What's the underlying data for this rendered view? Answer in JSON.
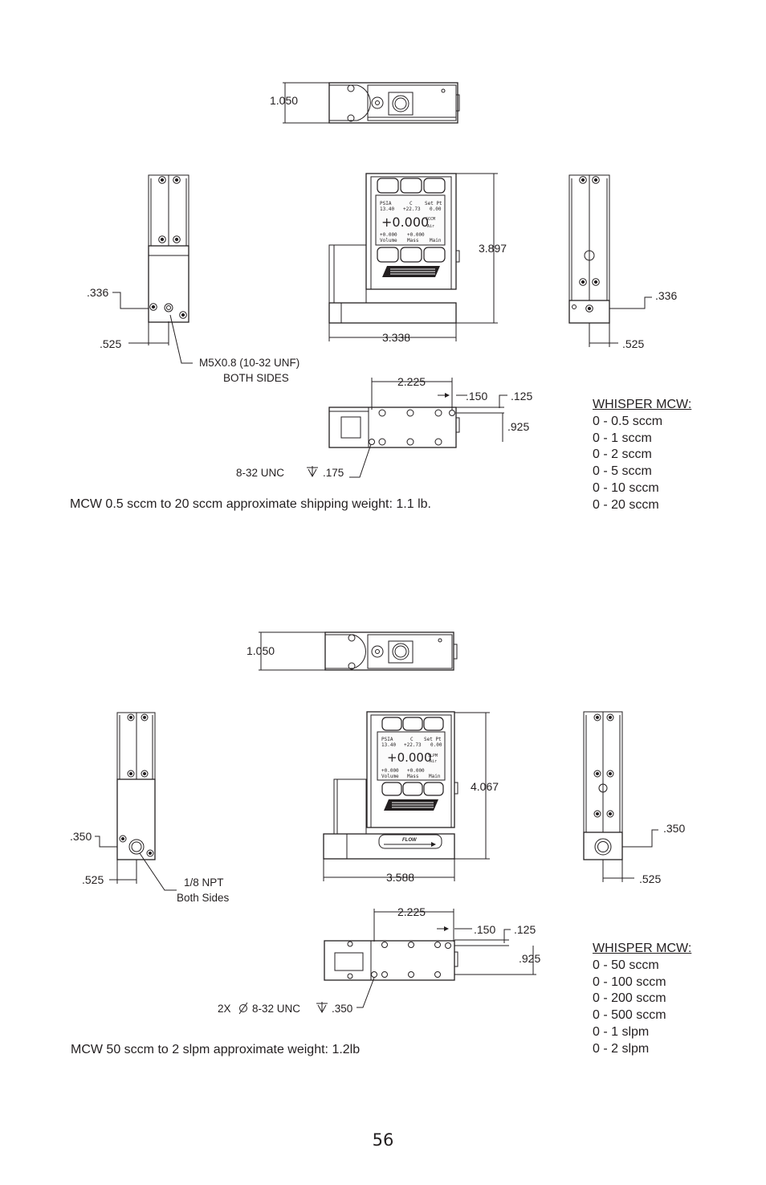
{
  "top": {
    "dims": {
      "height": "1.050",
      "body_height": "3.897",
      "length": "3.338",
      "side_left_y": ".336",
      "side_left_x": ".525",
      "side_right_y": ".336",
      "side_right_x": ".525",
      "bottom_span": "2.225",
      "bottom_offset": ".150",
      "bottom_edge": ".125",
      "bottom_depth": ".925"
    },
    "port_note_line1": "M5X0.8 (10-32 UNF)",
    "port_note_line2": "BOTH SIDES",
    "hole_note_a": "8-32 UNC",
    "hole_note_b": ".175",
    "caption": "MCW 0.5 sccm to 20 sccm approximate shipping weight: 1.1 lb.",
    "models_header": "WHISPER MCW:",
    "models": [
      "0 - 0.5 sccm",
      "0 - 1 sccm",
      "0 - 2 sccm",
      "0 - 5 sccm",
      "0 - 10 sccm",
      "0 - 20 sccm"
    ],
    "lcd": {
      "l1a": "PSIA",
      "l1b": "C",
      "l1c": "Set Pt",
      "l2a": "13.40",
      "l2b": "+22.73",
      "l2c": "0.00",
      "main": "+0.000",
      "unit": "SCCM",
      "gas": "Air",
      "l4a": "+0.000",
      "l4b": "+0.000",
      "l5a": "Volume",
      "l5b": "Mass",
      "l5c": "Main"
    }
  },
  "bottom": {
    "dims": {
      "height": "1.050",
      "body_height": "4.067",
      "length": "3.588",
      "side_left_y": ".350",
      "side_left_x": ".525",
      "side_right_y": ".350",
      "side_right_x": ".525",
      "bottom_span": "2.225",
      "bottom_offset": ".150",
      "bottom_edge": ".125",
      "bottom_depth": ".925"
    },
    "port_note_line1": "1/8  NPT",
    "port_note_line2": "Both Sides",
    "hole_note_a": "2X",
    "hole_note_b": "8-32 UNC",
    "hole_note_c": ".350",
    "flow_label": "FLOW",
    "caption": "MCW 50 sccm to 2 slpm approximate weight: 1.2lb",
    "models_header": "WHISPER MCW:",
    "models": [
      "0 - 50 sccm",
      "0 - 100 sccm",
      "0 - 200 sccm",
      "0 - 500 sccm",
      "0 - 1 slpm",
      "0 - 2 slpm"
    ],
    "lcd": {
      "l1a": "PSIA",
      "l1b": "C",
      "l1c": "Set Pt",
      "l2a": "13.40",
      "l2b": "+22.73",
      "l2c": "0.00",
      "main": "+0.000",
      "unit": "SLPM",
      "gas": "Air",
      "l4a": "+0.000",
      "l4b": "+0.000",
      "l5a": "Volume",
      "l5b": "Mass",
      "l5c": "Main"
    }
  },
  "page_number": "56"
}
